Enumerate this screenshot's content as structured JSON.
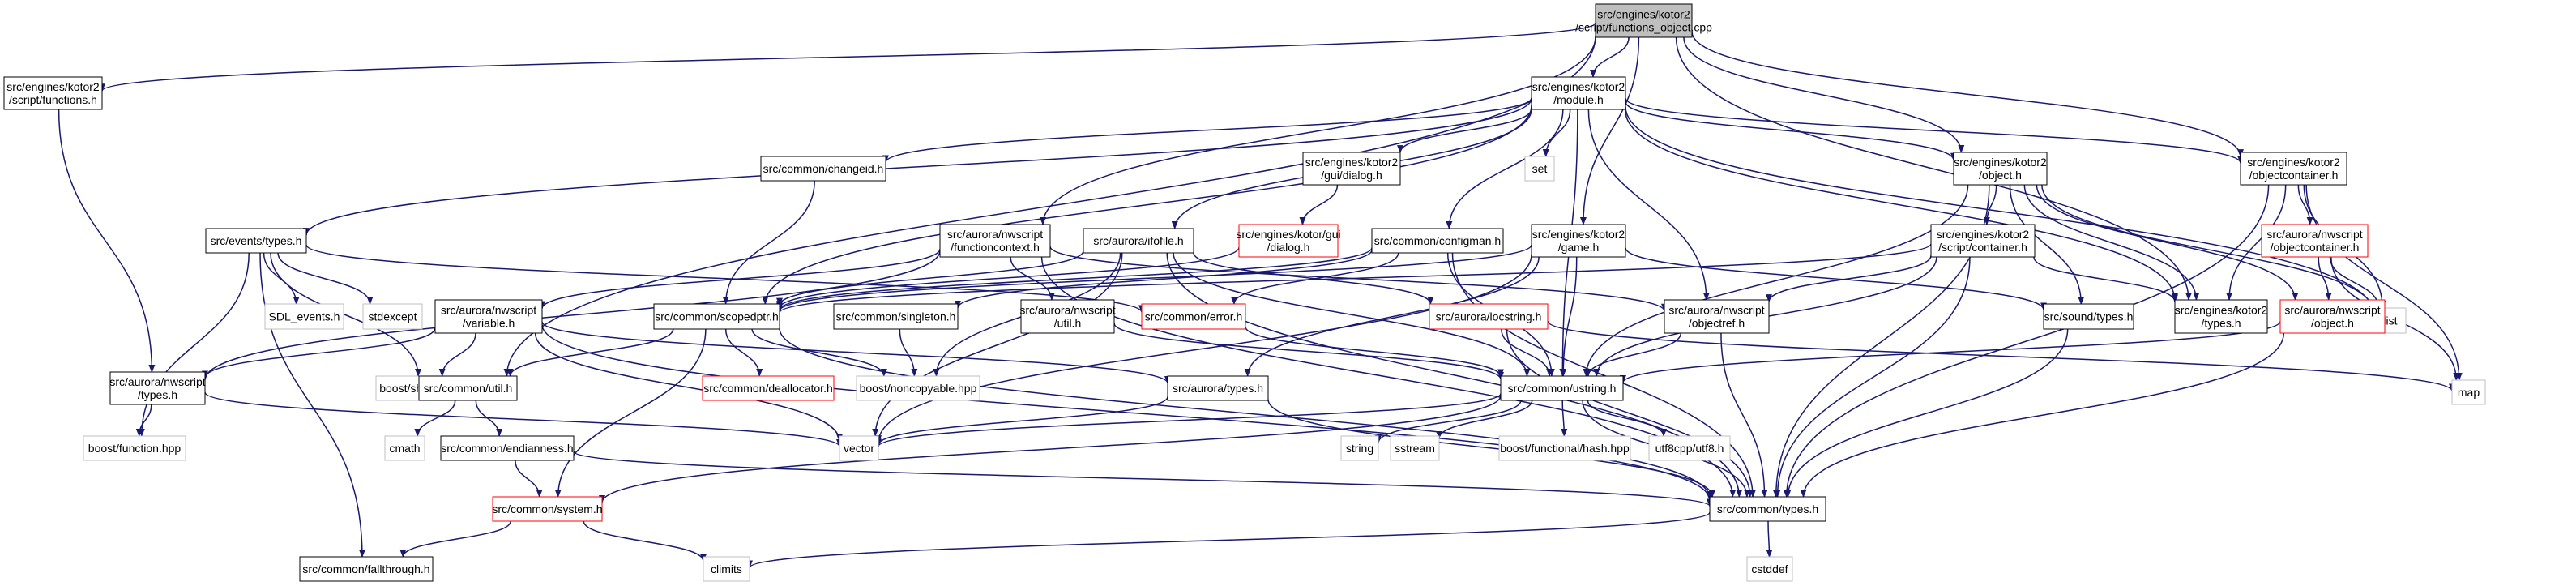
{
  "colors": {
    "edge": "#191970",
    "normal_fill": "#ffffff",
    "normal_stroke": "#000000",
    "missing_stroke": "#bfbfbf",
    "missing_text": "#8c8c8c",
    "incomplete_stroke": "#ff0000",
    "root_fill": "#bfbfbf"
  },
  "nodes": [
    {
      "id": "root",
      "style": "root",
      "lines": [
        "src/engines/kotor2",
        "/script/functions_object.cpp"
      ]
    },
    {
      "id": "functions_h",
      "style": "normal",
      "lines": [
        "src/engines/kotor2",
        "/script/functions.h"
      ]
    },
    {
      "id": "module_h",
      "style": "normal",
      "lines": [
        "src/engines/kotor2",
        "/module.h"
      ]
    },
    {
      "id": "object_h",
      "style": "normal",
      "lines": [
        "src/engines/kotor2",
        "/object.h"
      ]
    },
    {
      "id": "objectcontainer_h",
      "style": "normal",
      "lines": [
        "src/engines/kotor2",
        "/objectcontainer.h"
      ]
    },
    {
      "id": "changeid_h",
      "style": "normal",
      "lines": [
        "src/common/changeid.h"
      ]
    },
    {
      "id": "gui_dialog_h",
      "style": "normal",
      "lines": [
        "src/engines/kotor2",
        "/gui/dialog.h"
      ]
    },
    {
      "id": "set",
      "style": "missing",
      "lines": [
        "set"
      ]
    },
    {
      "id": "events_types_h",
      "style": "normal",
      "lines": [
        "src/events/types.h"
      ]
    },
    {
      "id": "functioncontext_h",
      "style": "normal",
      "lines": [
        "src/aurora/nwscript",
        "/functioncontext.h"
      ]
    },
    {
      "id": "ifofile_h",
      "style": "normal",
      "lines": [
        "src/aurora/ifofile.h"
      ]
    },
    {
      "id": "kotor_gui_dialog_h",
      "style": "incomplete",
      "lines": [
        "src/engines/kotor/gui",
        "/dialog.h"
      ]
    },
    {
      "id": "configman_h",
      "style": "normal",
      "lines": [
        "src/common/configman.h"
      ]
    },
    {
      "id": "game_h",
      "style": "normal",
      "lines": [
        "src/engines/kotor2",
        "/game.h"
      ]
    },
    {
      "id": "script_container_h",
      "style": "normal",
      "lines": [
        "src/engines/kotor2",
        "/script/container.h"
      ]
    },
    {
      "id": "nws_objectcontainer_h",
      "style": "incomplete",
      "lines": [
        "src/aurora/nwscript",
        "/objectcontainer.h"
      ]
    },
    {
      "id": "list",
      "style": "missing",
      "lines": [
        "list"
      ]
    },
    {
      "id": "sdl_events_h",
      "style": "missing",
      "lines": [
        "SDL_events.h"
      ]
    },
    {
      "id": "stdexcept",
      "style": "missing",
      "lines": [
        "stdexcept"
      ]
    },
    {
      "id": "scopedptr_h",
      "style": "normal",
      "lines": [
        "src/common/scopedptr.h"
      ]
    },
    {
      "id": "nws_util_h",
      "style": "normal",
      "lines": [
        "src/aurora/nwscript",
        "/util.h"
      ]
    },
    {
      "id": "singleton_h",
      "style": "normal",
      "lines": [
        "src/common/singleton.h"
      ]
    },
    {
      "id": "error_h",
      "style": "incomplete",
      "lines": [
        "src/common/error.h"
      ]
    },
    {
      "id": "locstring_h",
      "style": "incomplete",
      "lines": [
        "src/aurora/locstring.h"
      ]
    },
    {
      "id": "objectref_h",
      "style": "normal",
      "lines": [
        "src/aurora/nwscript",
        "/objectref.h"
      ]
    },
    {
      "id": "sound_types_h",
      "style": "normal",
      "lines": [
        "src/sound/types.h"
      ]
    },
    {
      "id": "kotor2_types_h",
      "style": "normal",
      "lines": [
        "src/engines/kotor2",
        "/types.h"
      ]
    },
    {
      "id": "nws_object_h",
      "style": "incomplete",
      "lines": [
        "src/aurora/nwscript",
        "/object.h"
      ]
    },
    {
      "id": "map",
      "style": "missing",
      "lines": [
        "map"
      ]
    },
    {
      "id": "nws_variable_h",
      "style": "normal",
      "lines": [
        "src/aurora/nwscript",
        "/variable.h"
      ]
    },
    {
      "id": "nws_types_h",
      "style": "normal",
      "lines": [
        "src/aurora/nwscript",
        "/types.h"
      ]
    },
    {
      "id": "shared_ptr_hpp",
      "style": "missing",
      "lines": [
        "boost/shared_ptr.hpp"
      ]
    },
    {
      "id": "util_h",
      "style": "normal",
      "lines": [
        "src/common/util.h"
      ]
    },
    {
      "id": "deallocator_h",
      "style": "incomplete",
      "lines": [
        "src/common/deallocator.h"
      ]
    },
    {
      "id": "noncopyable_hpp",
      "style": "missing",
      "lines": [
        "boost/noncopyable.hpp"
      ]
    },
    {
      "id": "aurora_types_h",
      "style": "normal",
      "lines": [
        "src/aurora/types.h"
      ]
    },
    {
      "id": "ustring_h",
      "style": "normal",
      "lines": [
        "src/common/ustring.h"
      ]
    },
    {
      "id": "function_hpp",
      "style": "missing",
      "lines": [
        "boost/function.hpp"
      ]
    },
    {
      "id": "cmath",
      "style": "missing",
      "lines": [
        "cmath"
      ]
    },
    {
      "id": "endianness_h",
      "style": "normal",
      "lines": [
        "src/common/endianness.h"
      ]
    },
    {
      "id": "vector",
      "style": "missing",
      "lines": [
        "vector"
      ]
    },
    {
      "id": "string",
      "style": "missing",
      "lines": [
        "string"
      ]
    },
    {
      "id": "sstream",
      "style": "missing",
      "lines": [
        "sstream"
      ]
    },
    {
      "id": "hash_hpp",
      "style": "missing",
      "lines": [
        "boost/functional/hash.hpp"
      ]
    },
    {
      "id": "utf8_h",
      "style": "missing",
      "lines": [
        "utf8cpp/utf8.h"
      ]
    },
    {
      "id": "system_h",
      "style": "incomplete",
      "lines": [
        "src/common/system.h"
      ]
    },
    {
      "id": "common_types_h",
      "style": "normal",
      "lines": [
        "src/common/types.h"
      ]
    },
    {
      "id": "climits",
      "style": "missing",
      "lines": [
        "climits"
      ]
    },
    {
      "id": "cstddef",
      "style": "missing",
      "lines": [
        "cstddef"
      ]
    },
    {
      "id": "fallthrough_h",
      "style": "normal",
      "lines": [
        "src/common/fallthrough.h"
      ]
    }
  ],
  "edges": [
    [
      "root",
      "functions_h"
    ],
    [
      "root",
      "module_h"
    ],
    [
      "root",
      "object_h"
    ],
    [
      "root",
      "objectcontainer_h"
    ],
    [
      "root",
      "functioncontext_h"
    ],
    [
      "root",
      "game_h"
    ],
    [
      "root",
      "kotor2_types_h"
    ],
    [
      "root",
      "util_h"
    ],
    [
      "functions_h",
      "nws_types_h"
    ],
    [
      "module_h",
      "changeid_h"
    ],
    [
      "module_h",
      "gui_dialog_h"
    ],
    [
      "module_h",
      "set"
    ],
    [
      "module_h",
      "events_types_h"
    ],
    [
      "module_h",
      "ifofile_h"
    ],
    [
      "module_h",
      "configman_h"
    ],
    [
      "module_h",
      "object_h"
    ],
    [
      "module_h",
      "objectcontainer_h"
    ],
    [
      "module_h",
      "list"
    ],
    [
      "module_h",
      "scopedptr_h"
    ],
    [
      "module_h",
      "objectref_h"
    ],
    [
      "module_h",
      "kotor2_types_h"
    ],
    [
      "module_h",
      "ustring_h"
    ],
    [
      "changeid_h",
      "scopedptr_h"
    ],
    [
      "gui_dialog_h",
      "kotor_gui_dialog_h"
    ],
    [
      "kotor_gui_dialog_h",
      "scopedptr_h"
    ],
    [
      "object_h",
      "script_container_h"
    ],
    [
      "object_h",
      "list"
    ],
    [
      "object_h",
      "sound_types_h"
    ],
    [
      "object_h",
      "kotor2_types_h"
    ],
    [
      "object_h",
      "nws_object_h"
    ],
    [
      "object_h",
      "ustring_h"
    ],
    [
      "object_h",
      "common_types_h"
    ],
    [
      "objectcontainer_h",
      "nws_objectcontainer_h"
    ],
    [
      "objectcontainer_h",
      "list"
    ],
    [
      "objectcontainer_h",
      "map"
    ],
    [
      "objectcontainer_h",
      "kotor2_types_h"
    ],
    [
      "objectcontainer_h",
      "common_types_h"
    ],
    [
      "nws_objectcontainer_h",
      "nws_object_h"
    ],
    [
      "nws_objectcontainer_h",
      "list"
    ],
    [
      "nws_objectcontainer_h",
      "map"
    ],
    [
      "nws_object_h",
      "ustring_h"
    ],
    [
      "nws_object_h",
      "common_types_h"
    ],
    [
      "events_types_h",
      "sdl_events_h"
    ],
    [
      "events_types_h",
      "stdexcept"
    ],
    [
      "events_types_h",
      "shared_ptr_hpp"
    ],
    [
      "events_types_h",
      "function_hpp"
    ],
    [
      "events_types_h",
      "fallthrough_h"
    ],
    [
      "events_types_h",
      "error_h"
    ],
    [
      "functioncontext_h",
      "nws_variable_h"
    ],
    [
      "functioncontext_h",
      "nws_util_h"
    ],
    [
      "functioncontext_h",
      "nws_types_h"
    ],
    [
      "functioncontext_h",
      "common_types_h"
    ],
    [
      "functioncontext_h",
      "objectref_h"
    ],
    [
      "ifofile_h",
      "scopedptr_h"
    ],
    [
      "ifofile_h",
      "locstring_h"
    ],
    [
      "ifofile_h",
      "ustring_h"
    ],
    [
      "ifofile_h",
      "vector"
    ],
    [
      "ifofile_h",
      "common_types_h"
    ],
    [
      "ifofile_h",
      "noncopyable_hpp"
    ],
    [
      "configman_h",
      "scopedptr_h"
    ],
    [
      "configman_h",
      "singleton_h"
    ],
    [
      "configman_h",
      "error_h"
    ],
    [
      "configman_h",
      "ustring_h"
    ],
    [
      "configman_h",
      "common_types_h"
    ],
    [
      "game_h",
      "scopedptr_h"
    ],
    [
      "game_h",
      "sound_types_h"
    ],
    [
      "game_h",
      "ustring_h"
    ],
    [
      "game_h",
      "aurora_types_h"
    ],
    [
      "game_h",
      "vector"
    ],
    [
      "script_container_h",
      "objectref_h"
    ],
    [
      "script_container_h",
      "kotor2_types_h"
    ],
    [
      "script_container_h",
      "ustring_h"
    ],
    [
      "script_container_h",
      "common_types_h"
    ],
    [
      "script_container_h",
      "scopedptr_h"
    ],
    [
      "scopedptr_h",
      "deallocator_h"
    ],
    [
      "scopedptr_h",
      "noncopyable_hpp"
    ],
    [
      "scopedptr_h",
      "util_h"
    ],
    [
      "scopedptr_h",
      "system_h"
    ],
    [
      "scopedptr_h",
      "common_types_h"
    ],
    [
      "singleton_h",
      "noncopyable_hpp"
    ],
    [
      "error_h",
      "ustring_h"
    ],
    [
      "locstring_h",
      "ustring_h"
    ],
    [
      "locstring_h",
      "map"
    ],
    [
      "locstring_h",
      "common_types_h"
    ],
    [
      "objectref_h",
      "ustring_h"
    ],
    [
      "objectref_h",
      "common_types_h"
    ],
    [
      "nws_util_h",
      "ustring_h"
    ],
    [
      "sound_types_h",
      "common_types_h"
    ],
    [
      "nws_variable_h",
      "shared_ptr_hpp"
    ],
    [
      "nws_variable_h",
      "nws_types_h"
    ],
    [
      "nws_variable_h",
      "aurora_types_h"
    ],
    [
      "nws_variable_h",
      "common_types_h"
    ],
    [
      "nws_variable_h",
      "vector"
    ],
    [
      "nws_types_h",
      "function_hpp"
    ],
    [
      "nws_types_h",
      "vector"
    ],
    [
      "util_h",
      "cmath"
    ],
    [
      "util_h",
      "endianness_h"
    ],
    [
      "endianness_h",
      "system_h"
    ],
    [
      "endianness_h",
      "common_types_h"
    ],
    [
      "aurora_types_h",
      "vector"
    ],
    [
      "aurora_types_h",
      "common_types_h"
    ],
    [
      "ustring_h",
      "vector"
    ],
    [
      "ustring_h",
      "string"
    ],
    [
      "ustring_h",
      "sstream"
    ],
    [
      "ustring_h",
      "hash_hpp"
    ],
    [
      "ustring_h",
      "utf8_h"
    ],
    [
      "ustring_h",
      "system_h"
    ],
    [
      "ustring_h",
      "common_types_h"
    ],
    [
      "system_h",
      "climits"
    ],
    [
      "system_h",
      "fallthrough_h"
    ],
    [
      "common_types_h",
      "climits"
    ],
    [
      "common_types_h",
      "cstddef"
    ]
  ]
}
